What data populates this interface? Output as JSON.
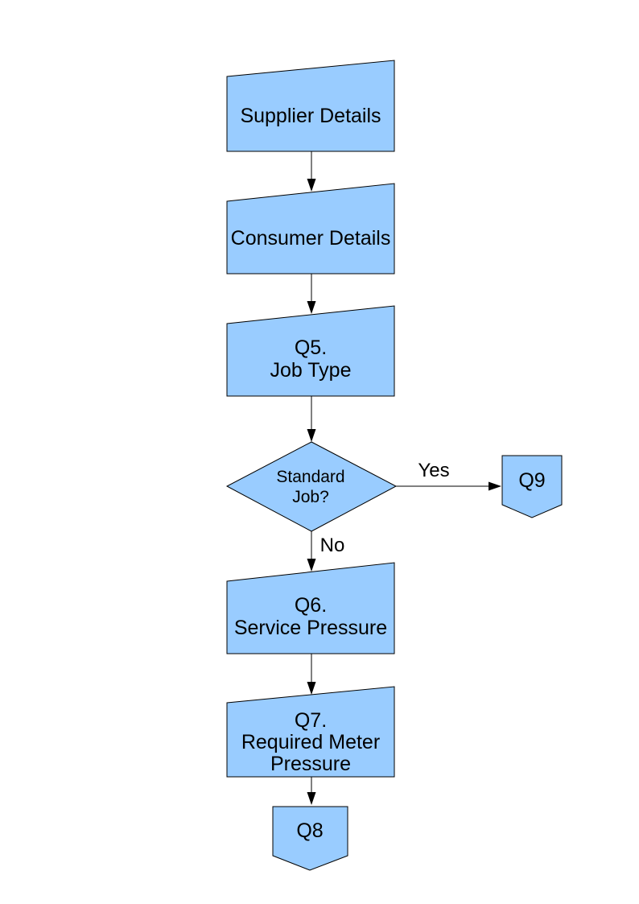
{
  "colors": {
    "shape_fill": "#99CCFF",
    "shape_stroke": "#000000",
    "arrow_color": "#000000",
    "text_color": "#000000",
    "background": "#FFFFFF"
  },
  "nodes": {
    "supplier": {
      "type": "manual-input",
      "lines": [
        "Supplier Details"
      ]
    },
    "consumer": {
      "type": "manual-input",
      "lines": [
        "Consumer Details"
      ]
    },
    "q5": {
      "type": "manual-input",
      "lines": [
        "Q5.",
        "Job Type"
      ]
    },
    "decision": {
      "type": "decision",
      "lines": [
        "Standard",
        "Job?"
      ]
    },
    "q6": {
      "type": "manual-input",
      "lines": [
        "Q6.",
        "Service Pressure"
      ]
    },
    "q7": {
      "type": "manual-input",
      "lines": [
        "Q7.",
        "Required Meter",
        "Pressure"
      ]
    },
    "q9": {
      "type": "off-page-connector",
      "lines": [
        "Q9"
      ]
    },
    "q8": {
      "type": "off-page-connector",
      "lines": [
        "Q8"
      ]
    }
  },
  "edge_labels": {
    "yes": "Yes",
    "no": "No"
  }
}
